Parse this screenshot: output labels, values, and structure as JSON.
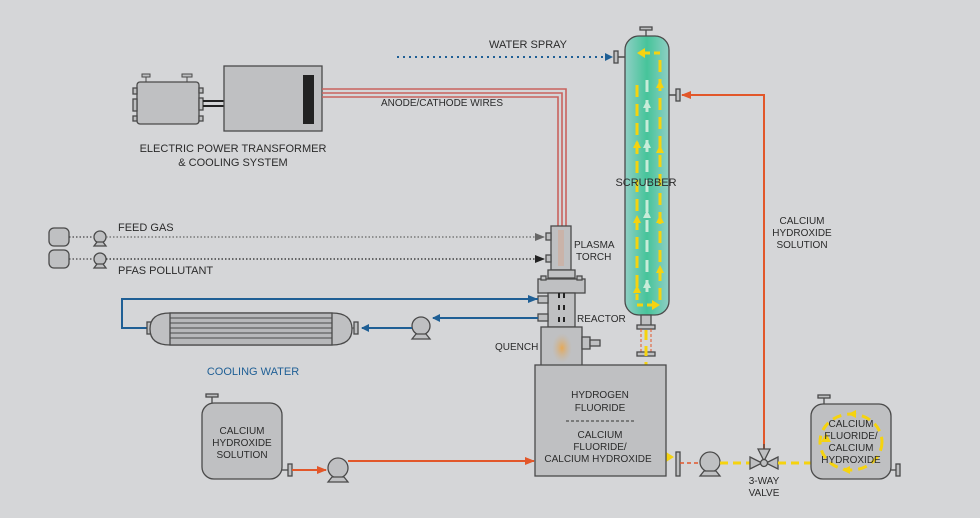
{
  "diagram": {
    "title": "Plasma PFAS destruction process flow",
    "colors": {
      "background": "#d5d6d8",
      "equipment": "#bfc0c2",
      "outline": "#4a4a4a",
      "cooling_water": "#1f5f95",
      "calcium_hydroxide_line": "#e2572a",
      "wires": "#c9625e",
      "process_flow": "#f5d30f",
      "scrubber_fill": "#7fc9b7"
    },
    "labels": {
      "water_spray": "WATER SPRAY",
      "anode_cathode_wires": "ANODE/CATHODE WIRES",
      "transformer_line1": "ELECTRIC POWER TRANSFORMER",
      "transformer_line2": "& COOLING SYSTEM",
      "scrubber": "SCRUBBER",
      "feed_gas": "FEED GAS",
      "pfas_pollutant": "PFAS POLLUTANT",
      "plasma_torch_line1": "PLASMA",
      "plasma_torch_line2": "TORCH",
      "reactor": "REACTOR",
      "quench": "QUENCH",
      "cooling_water": "COOLING WATER",
      "ca_oh_right_line1": "CALCIUM",
      "ca_oh_right_line2": "HYDROXIDE",
      "ca_oh_right_line3": "SOLUTION",
      "ca_oh_tank_line1": "CALCIUM",
      "ca_oh_tank_line2": "HYDROXIDE",
      "ca_oh_tank_line3": "SOLUTION",
      "hf_line1": "HYDROGEN",
      "hf_line2": "FLUORIDE",
      "cf_line1": "CALCIUM",
      "cf_line2": "FLUORIDE/",
      "cf_line3": "CALCIUM HYDROXIDE",
      "valve_line1": "3-WAY",
      "valve_line2": "VALVE",
      "product_line1": "CALCIUM",
      "product_line2": "FLUORIDE/",
      "product_line3": "CALCIUM",
      "product_line4": "HYDROXIDE"
    }
  }
}
